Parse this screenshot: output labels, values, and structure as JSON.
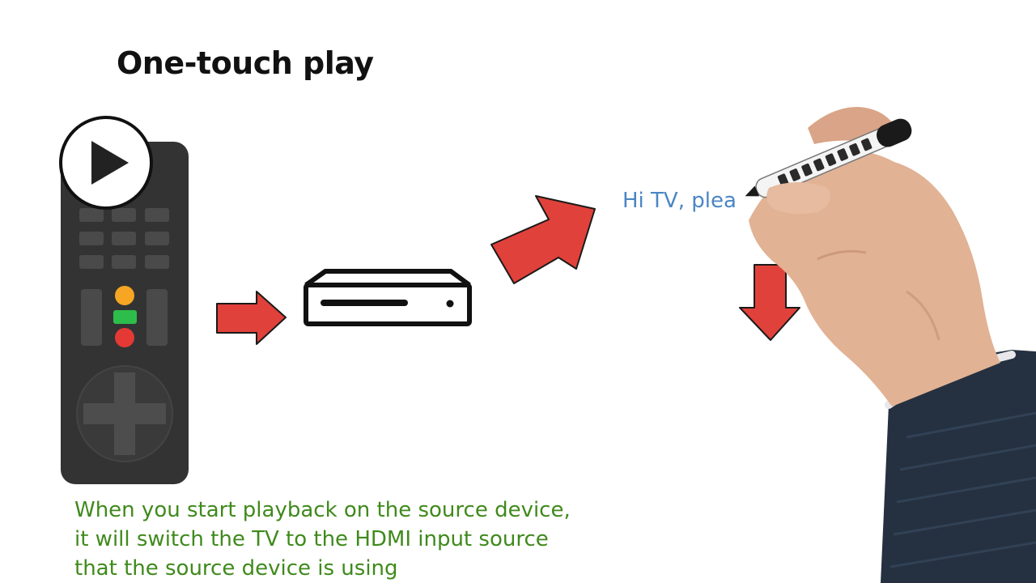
{
  "title": "One-touch play",
  "speech_bubble_text": "Hi TV, plea",
  "caption_lines": [
    "When you start playback on the source device,",
    "it will switch the TV to the HDMI input source",
    "that the source device is using"
  ],
  "colors": {
    "title": "#111111",
    "speech_text": "#4b86c4",
    "caption_text": "#3f8a1c",
    "arrow_fill": "#e0413a",
    "remote_body": "#333333",
    "button_yellow": "#f6a623",
    "button_green": "#2dbd4a",
    "button_red": "#e53935"
  },
  "icons": [
    "play-icon",
    "remote-control-icon",
    "set-top-box-icon",
    "arrow-right-icon",
    "arrow-up-right-icon",
    "arrow-down-icon",
    "hand-with-marker"
  ]
}
